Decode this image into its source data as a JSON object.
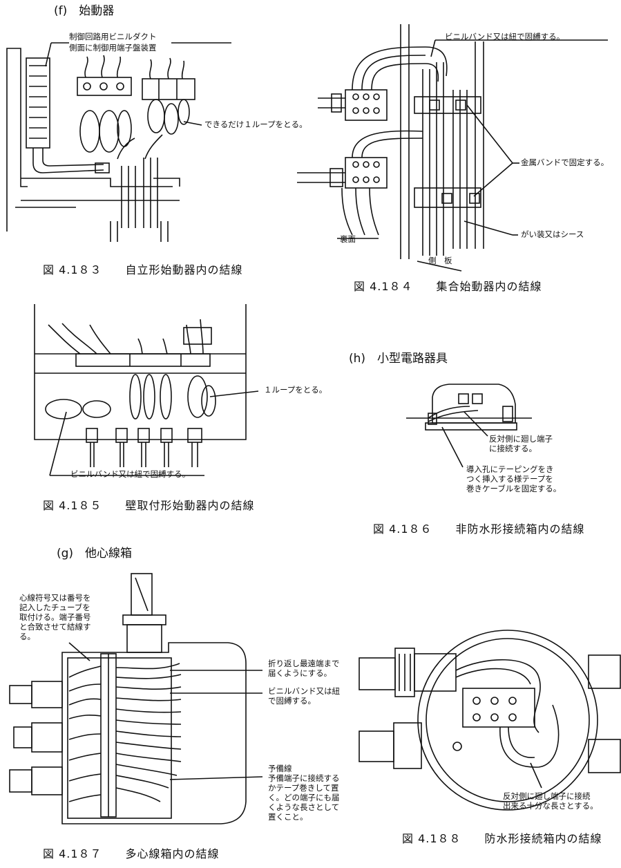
{
  "sections": {
    "f": "(f)　始動器",
    "h": "(h)　小型電路器具",
    "g": "(g)　他心線箱"
  },
  "fig183": {
    "caption": "図 4.1８３　　自立形始動器内の結線",
    "label_duct_1": "制御回路用ビニルダクト",
    "label_duct_2": "側面に制御用端子盤装置",
    "label_loop": "できるだけ１ループをとる。"
  },
  "fig184": {
    "caption": "図 4.1８４　　集合始動器内の結線",
    "label_band": "ビニルバンド又は紐で固縛する。",
    "label_metal": "金属バンドで固定する。",
    "label_sheath": "がい装又はシース",
    "label_back": "裏面",
    "label_side": "側　板"
  },
  "fig185": {
    "caption": "図 4.1８５　　壁取付形始動器内の結線",
    "label_loop": "１ループをとる。",
    "label_band": "ビニルバンド又は紐で固縛する。"
  },
  "fig186": {
    "caption": "図 4.1８６　　非防水形接続箱内の結線",
    "label_opposite": "反対側に廻し端子\nに接続する。",
    "label_taping": "導入孔にテーピングをき\nつく挿入する様テープを\n巻きケーブルを固定する。"
  },
  "fig187": {
    "caption": "図 4.1８７　　多心線箱内の結線",
    "label_tube": "心線符号又は番号を\n記入したチューブを\n取付ける。端子番号\nと合致させて結線す\nる。",
    "label_fold": "折り返し最遠端まで\n届くようにする。",
    "label_band": "ビニルバンド又は紐\nで固縛する。",
    "label_spare": "予備線\n予備端子に接続する\nかテープ巻きして置\nく。どの端子にも届\nくような長さとして\n置くこと。"
  },
  "fig188": {
    "caption": "図 4.1８８　　防水形接続箱内の結線",
    "label_opposite": "反対側に廻し端子に接続\n出来る十分な長さとする。"
  }
}
